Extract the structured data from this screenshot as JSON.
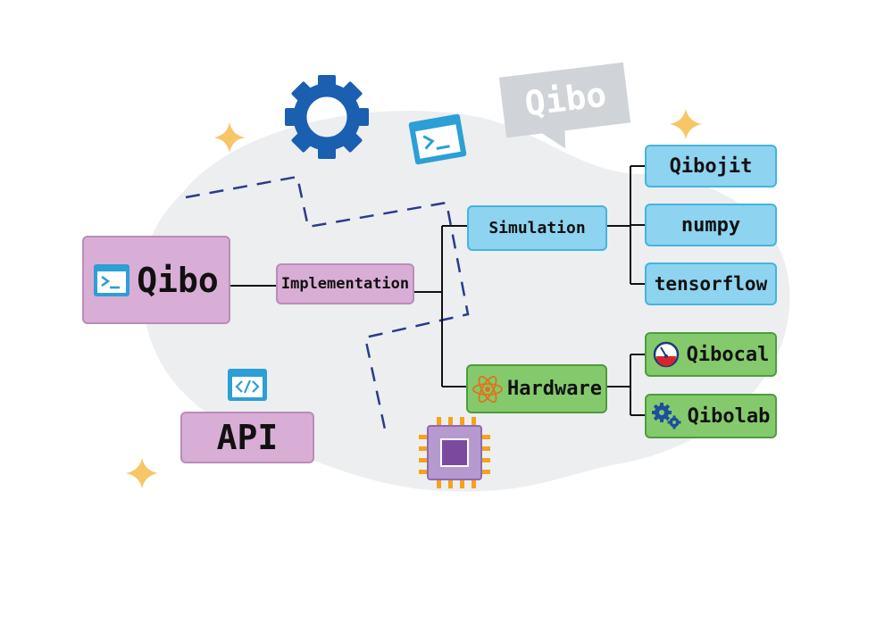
{
  "diagram": {
    "root": {
      "label": "Qibo",
      "icon": "terminal-icon"
    },
    "api": {
      "label": "API",
      "icon": "code-icon"
    },
    "implementation": {
      "label": "Implementation"
    },
    "simulation": {
      "label": "Simulation"
    },
    "hardware": {
      "label": "Hardware",
      "icon": "atom-icon"
    },
    "backends": {
      "simulation": [
        {
          "label": "Qibojit"
        },
        {
          "label": "numpy"
        },
        {
          "label": "tensorflow"
        }
      ],
      "hardware": [
        {
          "label": "Qibocal",
          "icon": "gauge-icon"
        },
        {
          "label": "Qibolab",
          "icon": "gears-icon"
        }
      ]
    },
    "speech_bubble": {
      "label": "Qibo"
    },
    "decorations": [
      "gear-icon",
      "terminal-icon",
      "chip-icon",
      "sparkle-icon"
    ],
    "colors": {
      "purple_fill": "#d9aed6",
      "blue_fill": "#8ed3ef",
      "green_fill": "#84ca6c",
      "gear": "#1a5fb0",
      "icon_blue": "#2b9fd6",
      "sparkle": "#f6c667",
      "blob": "#eceef0",
      "dash": "#2a3a8c"
    }
  }
}
